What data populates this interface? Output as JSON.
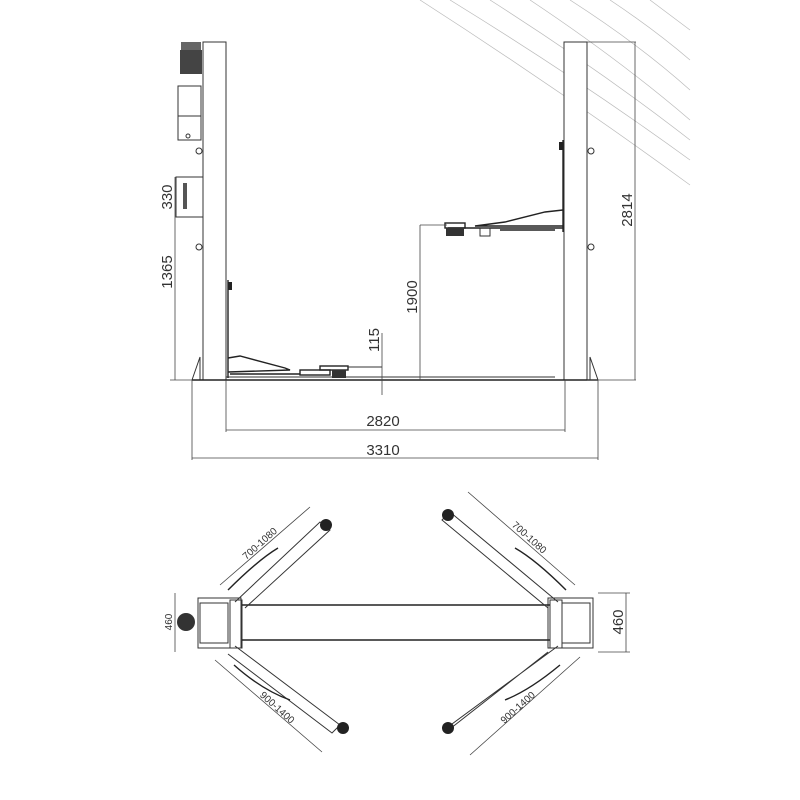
{
  "side_view": {
    "dims": {
      "column_height": "2814",
      "control_box": "330",
      "control_box_height": "1365",
      "max_lift": "1900",
      "min_pad": "115",
      "inner_width": "2820",
      "overall_width": "3310"
    }
  },
  "top_view": {
    "dims": {
      "front_arm": "700-1080",
      "front_arm_right": "700-1080",
      "rear_arm": "900-1400",
      "rear_arm_right": "900-1400",
      "base_depth_left": "460",
      "base_depth_right": "460"
    }
  }
}
